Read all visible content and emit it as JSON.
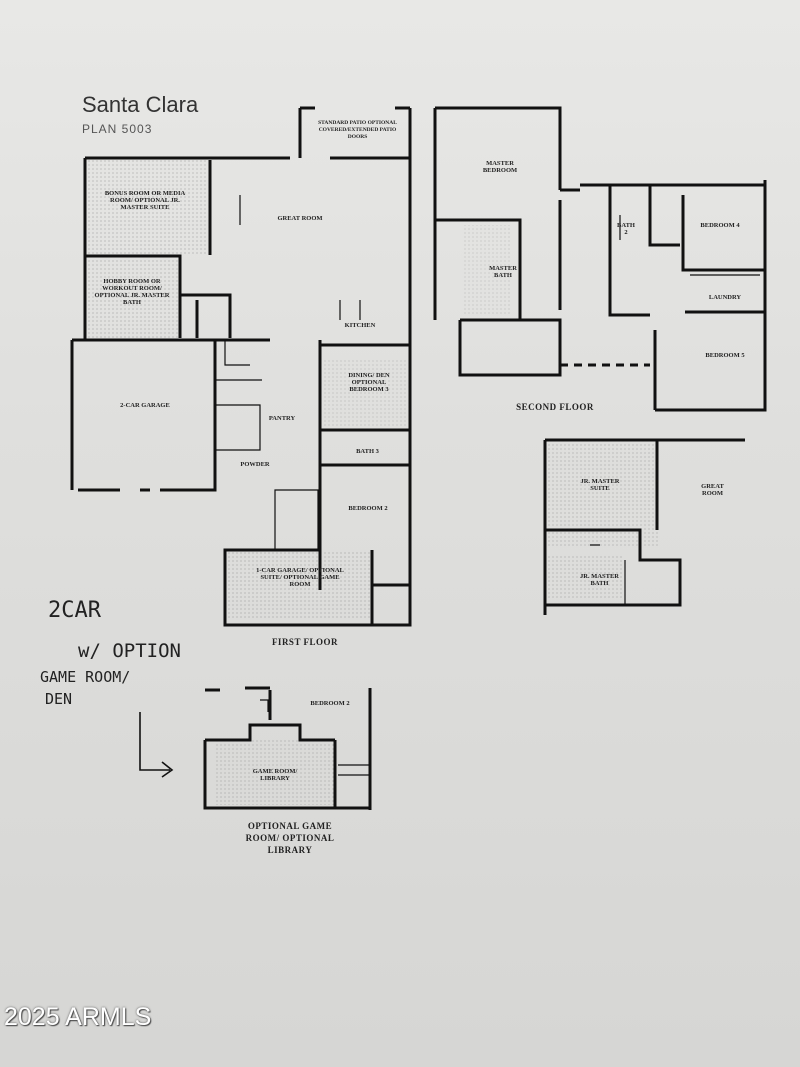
{
  "plan": {
    "title": "Santa Clara",
    "subtitle": "PLAN 5003"
  },
  "rooms_first": [
    "BONUS ROOM OR MEDIA ROOM/ OPTIONAL JR. MASTER SUITE",
    "GREAT ROOM",
    "HOBBY ROOM OR WORKOUT ROOM/ OPTIONAL JR. MASTER BATH",
    "KITCHEN",
    "DINING/ DEN OPTIONAL BEDROOM 3",
    "2-CAR GARAGE",
    "PANTRY",
    "POWDER",
    "BATH 3",
    "BEDROOM 2",
    "1-CAR GARAGE/ OPTIONAL SUITE/ OPTIONAL GAME ROOM",
    "STANDARD PATIO OPTIONAL COVERED/EXTENDED PATIO DOORS"
  ],
  "rooms_second": [
    "MASTER BEDROOM",
    "MASTER BATH",
    "BATH 2",
    "BEDROOM 4",
    "LAUNDRY",
    "BEDROOM 5"
  ],
  "rooms_option": [
    "JR. MASTER SUITE",
    "GREAT ROOM",
    "JR. MASTER BATH"
  ],
  "rooms_game": [
    "BEDROOM 2",
    "GAME ROOM/ LIBRARY"
  ],
  "captions": {
    "first": "FIRST FLOOR",
    "second": "SECOND FLOOR",
    "game": "OPTIONAL GAME ROOM/ OPTIONAL LIBRARY"
  },
  "handwriting": {
    "line1": "2CAR",
    "line2": "w/ OPTION",
    "line3": "GAME ROOM/",
    "line4": "DEN"
  },
  "copyright": "2025 ARMLS"
}
